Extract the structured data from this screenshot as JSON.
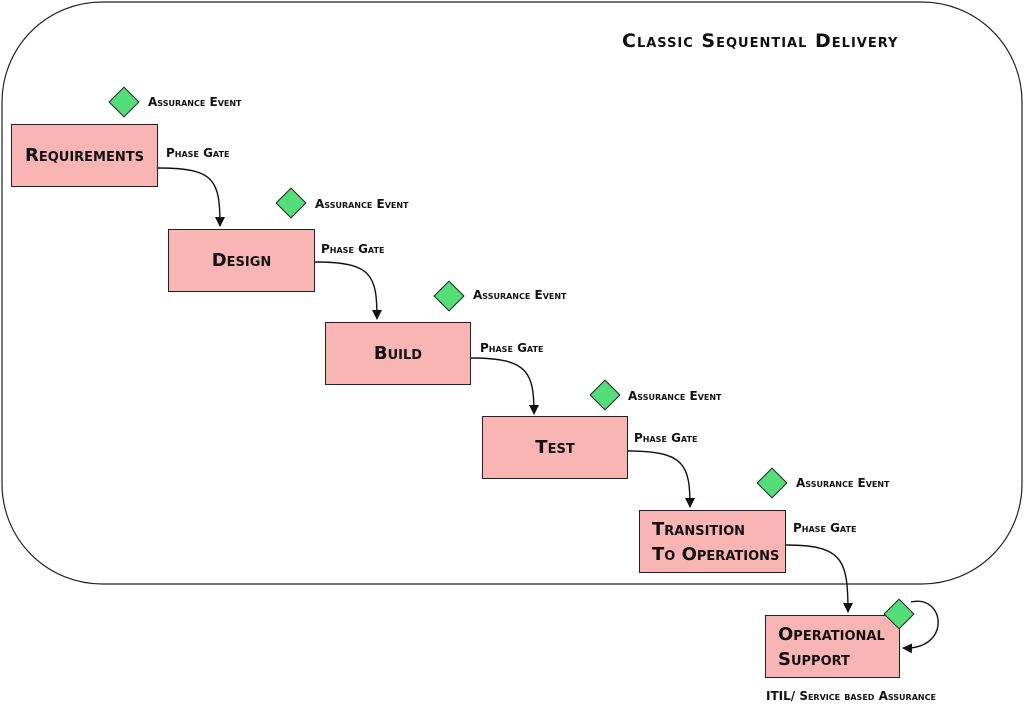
{
  "title": "Classic Sequential Delivery",
  "labels": {
    "assurance_event": "Assurance Event",
    "phase_gate": "Phase Gate"
  },
  "phases": [
    {
      "name": "Requirements"
    },
    {
      "name": "Design"
    },
    {
      "name": "Build"
    },
    {
      "name": "Test"
    },
    {
      "name": "Transition\nTo Operations"
    }
  ],
  "operational": {
    "name": "Operational\nSupport",
    "note": "ITIL/ Service based Assurance"
  },
  "colors": {
    "box_fill": "#f9b4b4",
    "diamond_fill": "#55dd77"
  },
  "icons": [
    "diamond-icon",
    "arrow-icon"
  ]
}
